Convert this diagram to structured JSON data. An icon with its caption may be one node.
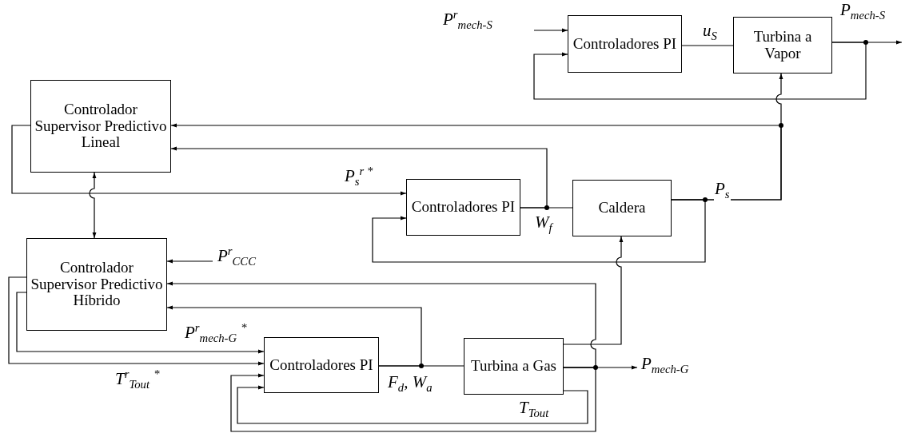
{
  "diagram": {
    "nodes": [
      {
        "text": [
          "Controladores PI"
        ]
      },
      {
        "text": [
          "Turbina a Vapor"
        ]
      },
      {
        "text": [
          "Controlador Supervisor Predictivo Lineal"
        ]
      },
      {
        "text": [
          "Controladores PI"
        ]
      },
      {
        "text": [
          "Caldera"
        ]
      },
      {
        "text": [
          "Controlador Supervisor Predictivo Híbrido"
        ]
      },
      {
        "text": [
          "Controladores PI"
        ]
      },
      {
        "text": [
          "Turbina a Gas"
        ]
      }
    ],
    "edges": [
      {
        "from": null,
        "to": 0,
        "arrow": "to",
        "label": "P$^{r}$$_{mech-S}$"
      },
      {
        "from": 0,
        "to": 1,
        "arrow": "none",
        "label": "u$_{S}$"
      },
      {
        "from": 1,
        "to": null,
        "arrow": "to",
        "label": "P$_{mech-S}$"
      },
      {
        "from": 1,
        "to": 0,
        "arrow": "to"
      },
      {
        "from": 4,
        "to": 1,
        "arrow": "to",
        "label": "P$_{s}$"
      },
      {
        "from": 4,
        "to": 2,
        "arrow": "to"
      },
      {
        "from": 4,
        "to": 3,
        "arrow": "to"
      },
      {
        "from": 3,
        "to": 4,
        "arrow": "none",
        "label": "W$_{f}$"
      },
      {
        "from": 3,
        "to": 2,
        "arrow": "to"
      },
      {
        "from": 2,
        "to": 3,
        "arrow": "to",
        "label": "P$_{s}$$^{r *}$"
      },
      {
        "from": 2,
        "to": 5,
        "arrow": "both"
      },
      {
        "from": null,
        "to": 5,
        "arrow": "to",
        "label": "P$^{r}$$_{CCC}$"
      },
      {
        "from": 7,
        "to": 5,
        "arrow": "to"
      },
      {
        "from": 7,
        "to": 4,
        "arrow": "to"
      },
      {
        "from": 7,
        "to": null,
        "arrow": "to",
        "label": "P$_{mech-G}$"
      },
      {
        "from": 5,
        "to": 6,
        "arrow": "to",
        "label": "P$^{r}$$_{mech-G}$ $^{*}$"
      },
      {
        "from": 5,
        "to": 6,
        "arrow": "to",
        "label": "T$^{r}$$_{Tout}$ $^{*}$"
      },
      {
        "from": 6,
        "to": 5,
        "arrow": "to"
      },
      {
        "from": 6,
        "to": 7,
        "arrow": "none",
        "label": "F$_{d}$, W$_{a}$"
      },
      {
        "from": 7,
        "to": 6,
        "arrow": "to",
        "label": "T$_{Tout}$"
      },
      {
        "from": 7,
        "to": 6,
        "arrow": "to"
      }
    ]
  }
}
